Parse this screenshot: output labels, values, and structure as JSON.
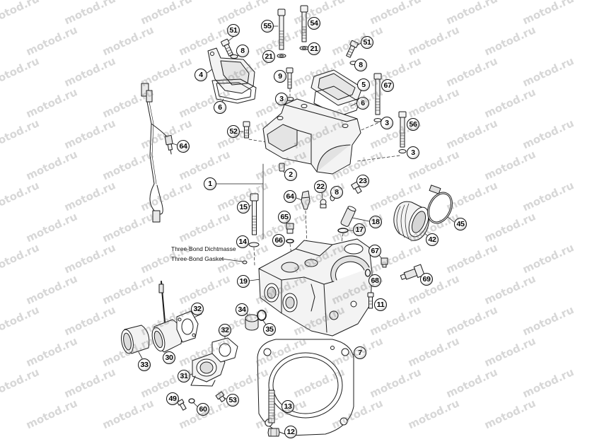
{
  "watermark": "motod.ru",
  "labels": {
    "sealant_de": "Three-Bond Dichtmasse",
    "sealant_en": "Three-Bond Gasket"
  },
  "callouts": [
    "51",
    "55",
    "54",
    "8",
    "21",
    "21",
    "51",
    "8",
    "4",
    "9",
    "5",
    "67",
    "6",
    "3",
    "6",
    "3",
    "56",
    "52",
    "64",
    "3",
    "1",
    "2",
    "23",
    "22",
    "8",
    "64",
    "15",
    "45",
    "65",
    "18",
    "17",
    "42",
    "14",
    "66",
    "67",
    "69",
    "19",
    "68",
    "11",
    "32",
    "34",
    "35",
    "32",
    "7",
    "33",
    "30",
    "31",
    "49",
    "60",
    "53",
    "13",
    "12"
  ]
}
